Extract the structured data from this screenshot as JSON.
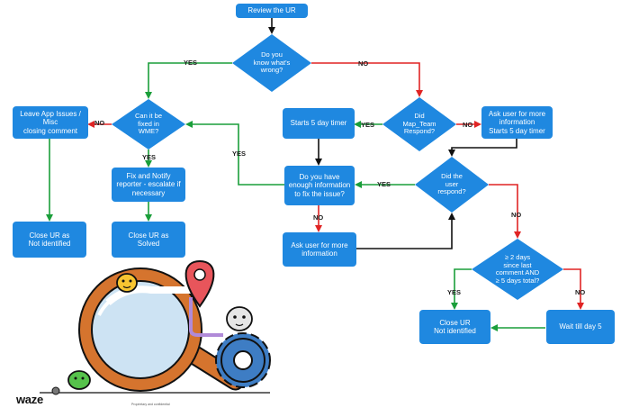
{
  "brand": "waze",
  "footer_note": "Proprietary and confidential",
  "nodes": {
    "review_ur": "Review the UR",
    "know_wrong": "Do you\nknow what's\nwrong?",
    "can_fix": "Can it be\nfixed in\nWME?",
    "leave_app": "Leave App Issues /\nMisc\nclosing comment",
    "fix_notify": "Fix and Notify\nreporter - escalate if\nnecessary",
    "close_not_identified_left": "Close UR as\nNot identified",
    "close_solved": "Close UR as\nSolved",
    "map_team": "Did\nMap_Team\nRespond?",
    "starts_timer": "Starts 5 day timer",
    "ask_user_info": "Ask user for more\ninformation\nStarts 5 day timer",
    "enough_info": "Do you have\nenough information\nto fix the issue?",
    "user_respond": "Did the\nuser\nrespond?",
    "ask_more": "Ask user for more\ninformation",
    "two_days": "≥ 2 days\nsince last\ncomment AND\n≥ 5 days total?",
    "close_not_identified_right": "Close UR\nNot identified",
    "wait_day5": "Wait till day 5"
  },
  "labels": {
    "yes": "YES",
    "no": "NO"
  },
  "colors": {
    "node": "#1f88e0",
    "yes_arrow": "#1a9e3a",
    "no_arrow": "#e02424",
    "neutral_arrow": "#111111"
  }
}
